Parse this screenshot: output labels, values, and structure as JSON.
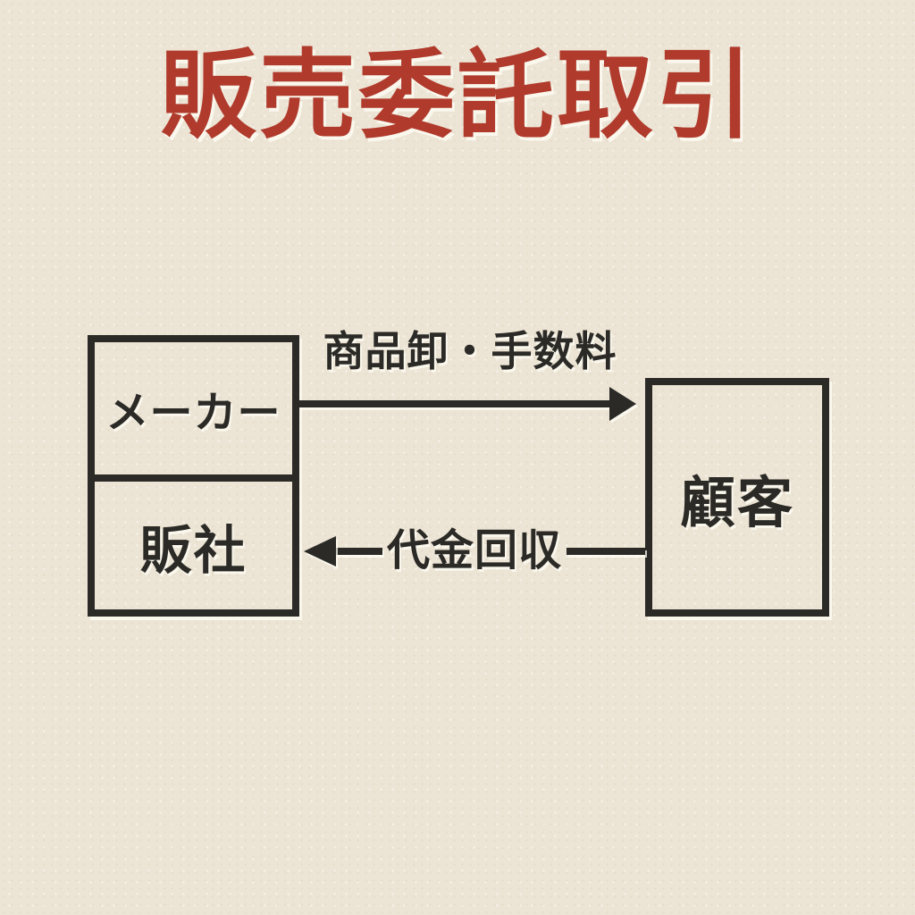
{
  "title": "販売委託取引",
  "colors": {
    "bg": "#ece4d4",
    "ink": "#2b2a26",
    "accent": "#b03a2c"
  },
  "diagram": {
    "maker_box_label": "メーカー",
    "sales_company_box_label": "販社",
    "customer_box_label": "顧客",
    "top_arrow": {
      "label": "商品卸・手数料",
      "direction": "right"
    },
    "bottom_arrow": {
      "label": "代金回収",
      "direction": "left"
    }
  }
}
